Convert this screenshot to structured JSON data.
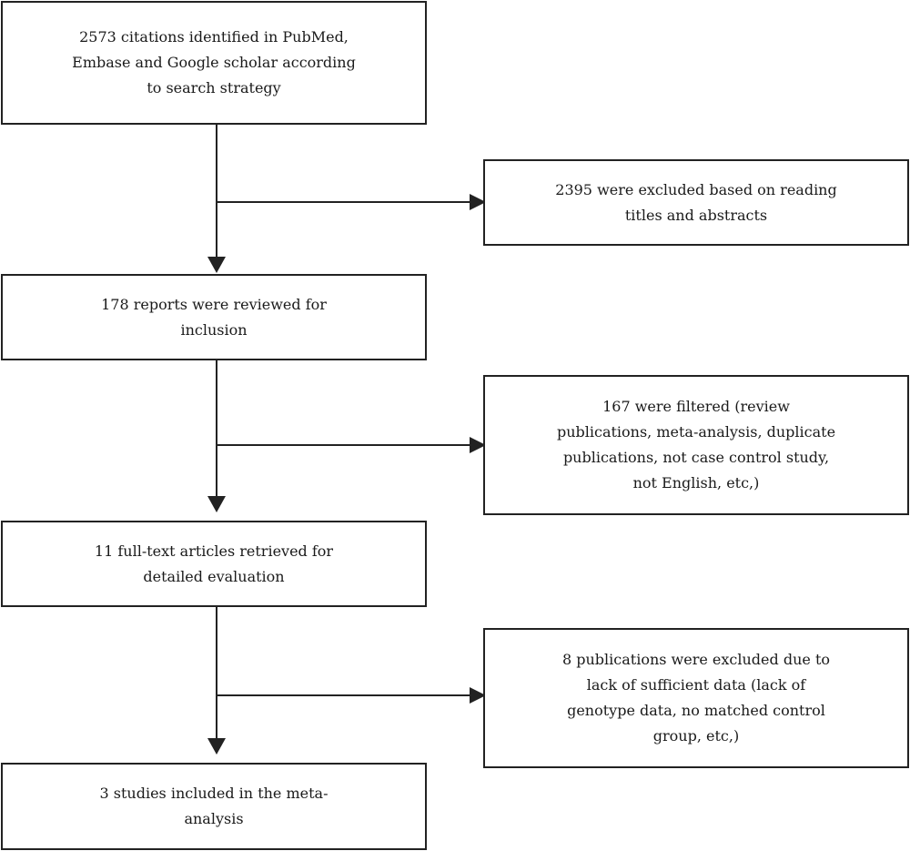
{
  "colors": {
    "stroke": "#222222",
    "text": "#1a1a1a",
    "background": "#ffffff"
  },
  "flowchart": {
    "identified": {
      "lines": [
        "2573 citations identified in PubMed,",
        "Embase and Google scholar according",
        "to search strategy"
      ]
    },
    "excluded_titles": {
      "lines": [
        "2395 were excluded based on reading",
        "titles and abstracts"
      ]
    },
    "reviewed": {
      "lines": [
        "178 reports were reviewed for",
        "inclusion"
      ]
    },
    "filtered": {
      "lines": [
        "167 were filtered (review",
        "publications, meta-analysis, duplicate",
        "publications, not case control study,",
        "not English, etc,)"
      ]
    },
    "fulltext": {
      "lines": [
        "11 full-text articles retrieved for",
        "detailed evaluation"
      ]
    },
    "excluded_data": {
      "lines": [
        "8 publications were excluded due to",
        "lack of sufficient data (lack of",
        "genotype data, no matched control",
        "group, etc,)"
      ]
    },
    "included": {
      "lines": [
        "3 studies included in the meta-",
        "analysis"
      ]
    }
  }
}
